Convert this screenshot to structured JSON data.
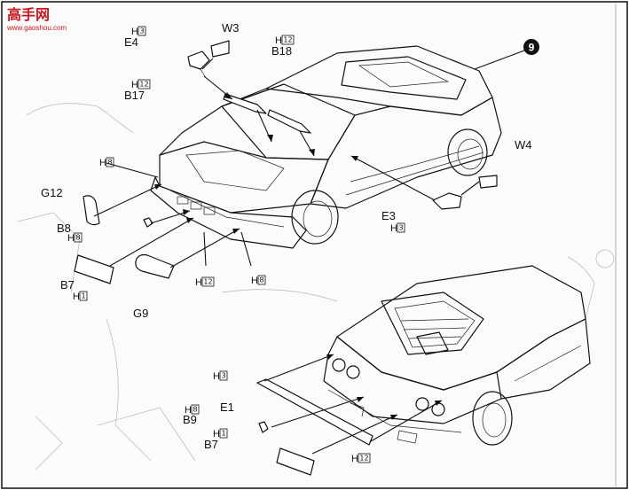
{
  "watermark": {
    "brand": "高手网",
    "url": "www.gaoshou.com"
  },
  "step": {
    "number": "9"
  },
  "h_prefix": "H",
  "front_assembly": {
    "labels": [
      {
        "id": "w3",
        "part": "W3",
        "code": ""
      },
      {
        "id": "e4",
        "part": "E4",
        "code": "3"
      },
      {
        "id": "b18",
        "part": "B18",
        "code": "12"
      },
      {
        "id": "b17",
        "part": "B17",
        "code": "12"
      },
      {
        "id": "w4",
        "part": "W4",
        "code": ""
      },
      {
        "id": "g12",
        "part": "G12",
        "code": "8"
      },
      {
        "id": "b8",
        "part": "B8",
        "code": "8"
      },
      {
        "id": "e3",
        "part": "E3",
        "code": "3"
      },
      {
        "id": "b7",
        "part": "B7",
        "code": "1"
      },
      {
        "id": "g9",
        "part": "G9",
        "code": ""
      },
      {
        "id": "front-h12",
        "part": "",
        "code": "12"
      },
      {
        "id": "front-h8",
        "part": "",
        "code": "8"
      }
    ]
  },
  "rear_assembly": {
    "labels": [
      {
        "id": "e1",
        "part": "E1",
        "code": "3"
      },
      {
        "id": "b9",
        "part": "B9",
        "code": "8"
      },
      {
        "id": "b7r",
        "part": "B7",
        "code": "1"
      },
      {
        "id": "rear-h12",
        "part": "",
        "code": "12"
      }
    ]
  }
}
